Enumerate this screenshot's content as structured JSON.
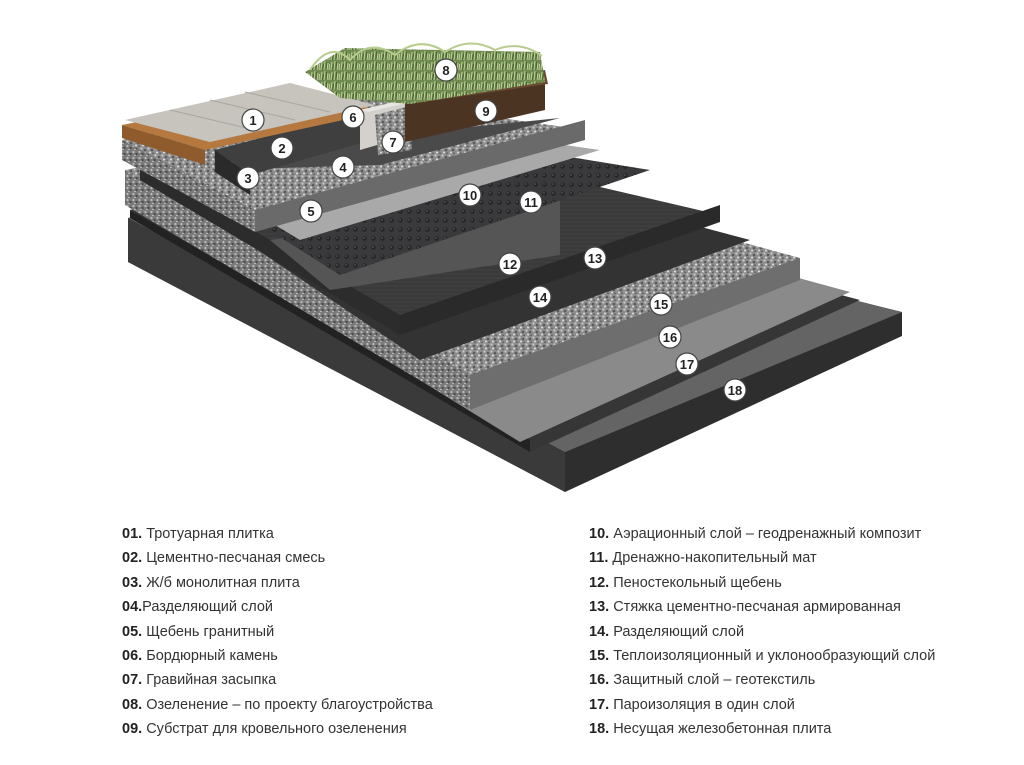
{
  "markers": [
    "1",
    "2",
    "3",
    "4",
    "5",
    "6",
    "7",
    "8",
    "9",
    "10",
    "11",
    "12",
    "13",
    "14",
    "15",
    "16",
    "17",
    "18"
  ],
  "legend_left": [
    {
      "num": "01.",
      "text": " Тротуарная плитка"
    },
    {
      "num": "02.",
      "text": " Цементно-песчаная смесь"
    },
    {
      "num": "03.",
      "text": " Ж/б монолитная плита"
    },
    {
      "num": "04.",
      "text": "Разделяющий слой"
    },
    {
      "num": "05.",
      "text": " Щебень гранитный"
    },
    {
      "num": "06.",
      "text": " Бордюрный камень"
    },
    {
      "num": "07.",
      "text": " Гравийная засыпка"
    },
    {
      "num": "08.",
      "text": " Озеленение – по проекту благоустройства"
    },
    {
      "num": "09.",
      "text": " Субстрат для кровельного озеленения"
    }
  ],
  "legend_right": [
    {
      "num": "10.",
      "text": " Аэрационный слой – геодренажный композит"
    },
    {
      "num": "11.",
      "text": " Дренажно-накопительный мат"
    },
    {
      "num": "12.",
      "text": " Пеностекольный щебень"
    },
    {
      "num": "13.",
      "text": " Стяжка цементно-песчаная армированная"
    },
    {
      "num": "14.",
      "text": " Разделяющий слой"
    },
    {
      "num": "15.",
      "text": " Теплоизоляционный и уклонообразующий слой"
    },
    {
      "num": "16.",
      "text": " Защитный слой – геотекстиль"
    },
    {
      "num": "17.",
      "text": " Пароизоляция в один слой"
    },
    {
      "num": "18.",
      "text": " Несущая железобетонная плита"
    }
  ]
}
